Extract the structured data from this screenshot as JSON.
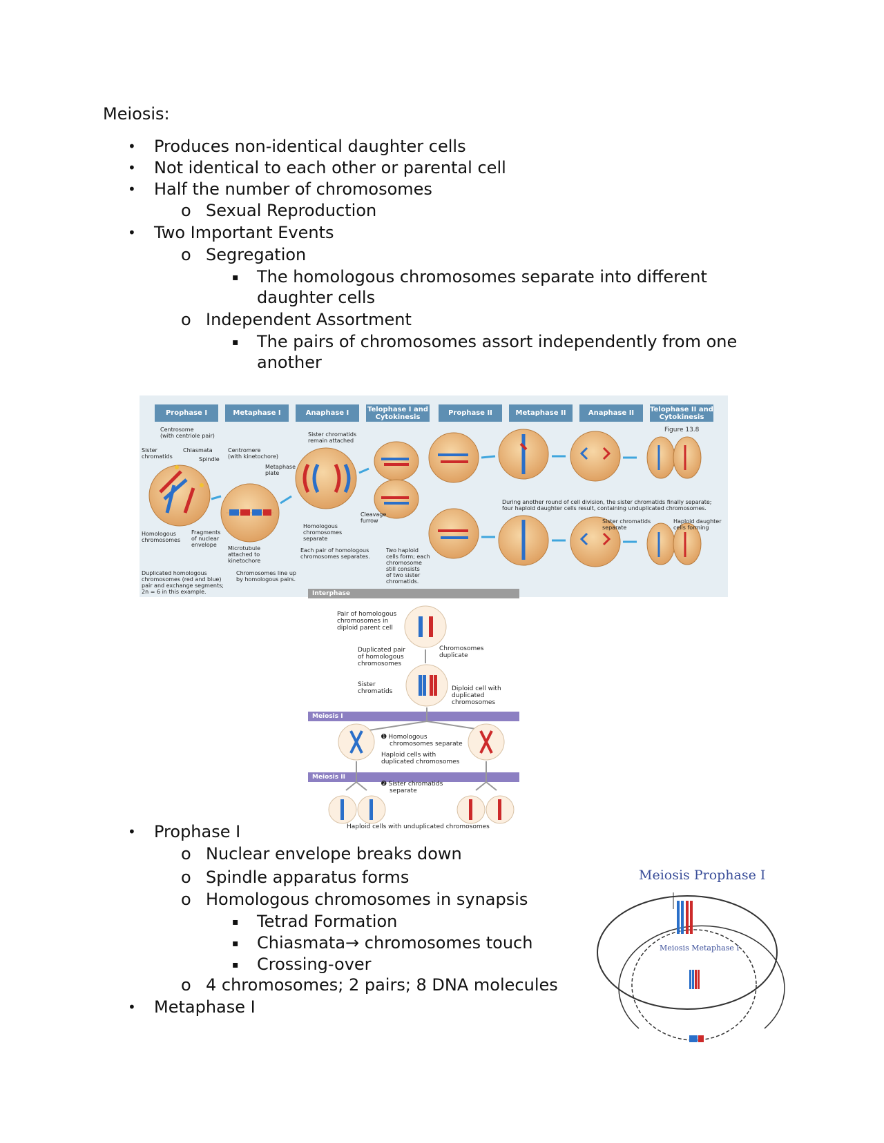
{
  "title": "Meiosis:",
  "bullets": {
    "produces": "Produces non-identical daughter cells",
    "not_identical": "Not identical to each other or parental cell",
    "half": "Half the number of chromosomes",
    "sexual": "Sexual Reproduction",
    "two_events": "Two Important Events",
    "segregation": "Segregation",
    "segregation_detail_1": "The homologous chromosomes separate into different",
    "segregation_detail_2": "daughter cells",
    "independent": "Independent Assortment",
    "independent_detail_1": "The pairs of chromosomes assort independently from one",
    "independent_detail_2": "another",
    "prophase": "Prophase I",
    "nuclear": "Nuclear envelope breaks down",
    "spindle": "Spindle apparatus forms",
    "homologous_synapsis": "Homologous chromosomes in synapsis",
    "tetrad": "Tetrad Formation",
    "chiasmata": "Chiasmata→ chromosomes touch",
    "crossing": "Crossing-over",
    "four_chromosomes": "4 chromosomes; 2 pairs; 8 DNA molecules",
    "metaphase": "Metaphase I"
  },
  "markers": {
    "bullet": "•",
    "circle": "o",
    "square": "▪"
  },
  "figure1": {
    "headers": [
      "Prophase I",
      "Metaphase I",
      "Anaphase I",
      "Telophase I and Cytokinesis",
      "Prophase II",
      "Metaphase II",
      "Anaphase II",
      "Telophase II and Cytokinesis"
    ],
    "figure_number": "Figure 13.8",
    "labels": {
      "centrosome": "Centrosome",
      "centriole": "(with centriole pair)",
      "sister": "Sister",
      "chromatids": "chromatids",
      "chiasmata": "Chiasmata",
      "spindle": "Spindle",
      "centromere": "Centromere",
      "kinetochore": "(with kinetochore)",
      "metaphase_plate": "Metaphase",
      "plate": "plate",
      "sister_attached": "Sister chromatids",
      "remain_attached": "remain attached",
      "homologous": "Homologous",
      "chromosomes": "chromosomes",
      "fragments": "Fragments",
      "of_nuclear": "of nuclear",
      "envelope": "envelope",
      "microtubule": "Microtubule",
      "attached_to": "attached to",
      "kinetochore2": "kinetochore",
      "hom_sep_1": "Homologous",
      "hom_sep_2": "chromosomes",
      "hom_sep_3": "separate",
      "cleavage": "Cleavage",
      "furrow": "furrow",
      "each_pair_1": "Each pair of homologous",
      "each_pair_2": "chromosomes separates.",
      "two_haploid_1": "Two haploid",
      "two_haploid_2": "cells form; each",
      "two_haploid_3": "chromosome",
      "two_haploid_4": "still consists",
      "two_haploid_5": "of two sister",
      "two_haploid_6": "chromatids.",
      "duplicated_1": "Duplicated homologous",
      "duplicated_2": "chromosomes (red and blue)",
      "duplicated_3": "pair and exchange segments;",
      "duplicated_4": "2n = 6 in this example.",
      "line_up_1": "Chromosomes line up",
      "line_up_2": "by homologous pairs.",
      "another_round_1": "During another round of cell division, the sister chromatids finally separate;",
      "another_round_2": "four haploid daughter cells result, containing unduplicated chromosomes.",
      "sister_sep_1": "Sister chromatids",
      "sister_sep_2": "separate",
      "haploid_forming_1": "Haploid daughter",
      "haploid_forming_2": "cells forming"
    }
  },
  "figure2": {
    "interphase": "Interphase",
    "meiosis1": "Meiosis I",
    "meiosis2": "Meiosis II",
    "labels": {
      "pair_1": "Pair of homologous",
      "pair_2": "chromosomes in",
      "pair_3": "diploid parent cell",
      "dup_1": "Duplicated pair",
      "dup_2": "of homologous",
      "dup_3": "chromosomes",
      "chrom_dup_1": "Chromosomes",
      "chrom_dup_2": "duplicate",
      "sister_1": "Sister",
      "sister_2": "chromatids",
      "diploid_1": "Diploid cell with",
      "diploid_2": "duplicated",
      "diploid_3": "chromosomes",
      "step1_1": "➊ Homologous",
      "step1_2": "chromosomes separate",
      "haploid_dup_1": "Haploid cells with",
      "haploid_dup_2": "duplicated chromosomes",
      "step2_1": "➋ Sister chromatids",
      "step2_2": "separate",
      "haploid_undup": "Haploid cells with unduplicated chromosomes"
    }
  },
  "figure3": {
    "title": "Meiosis Prophase I",
    "subtitle": "Meiosis Metaphase I"
  },
  "colors": {
    "red": "#cc2a2a",
    "blue": "#2a6fc9",
    "cell": "#e9b77a",
    "header": "#5e8fb3",
    "band": "#8c7fc2",
    "arrow": "#3fa5dd"
  }
}
